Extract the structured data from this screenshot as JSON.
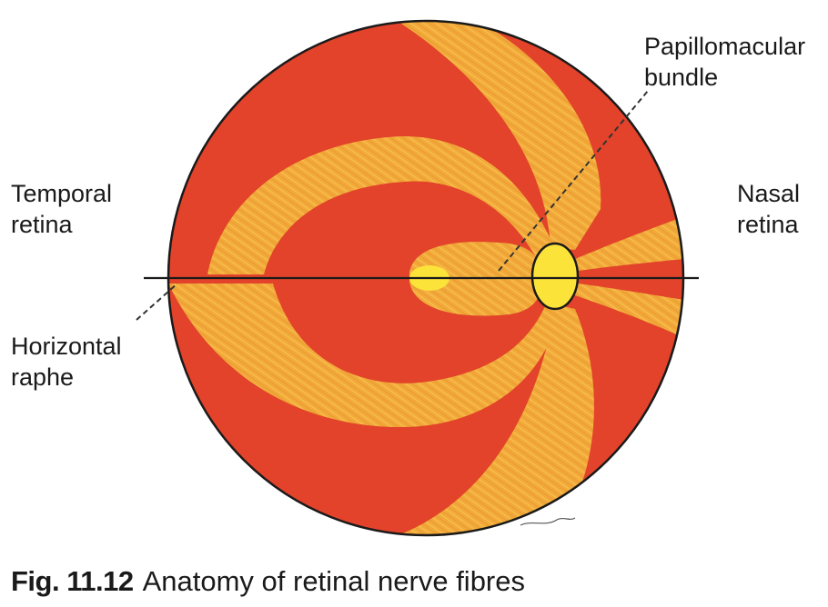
{
  "labels": {
    "papillomacular_line1": "Papillomacular",
    "papillomacular_line2": "bundle",
    "temporal_line1": "Temporal",
    "temporal_line2": "retina",
    "nasal_line1": "Nasal",
    "nasal_line2": "retina",
    "raphe_line1": "Horizontal",
    "raphe_line2": "raphe"
  },
  "caption": {
    "figure_number": "Fig. 11.12",
    "text": "Anatomy of retinal nerve fibres"
  },
  "colors": {
    "retina_red": "#e2432a",
    "fibre_orange": "#f2a93a",
    "fibre_light": "#f7c24d",
    "disc_yellow": "#fce33a",
    "outline": "#1a1a1a"
  }
}
